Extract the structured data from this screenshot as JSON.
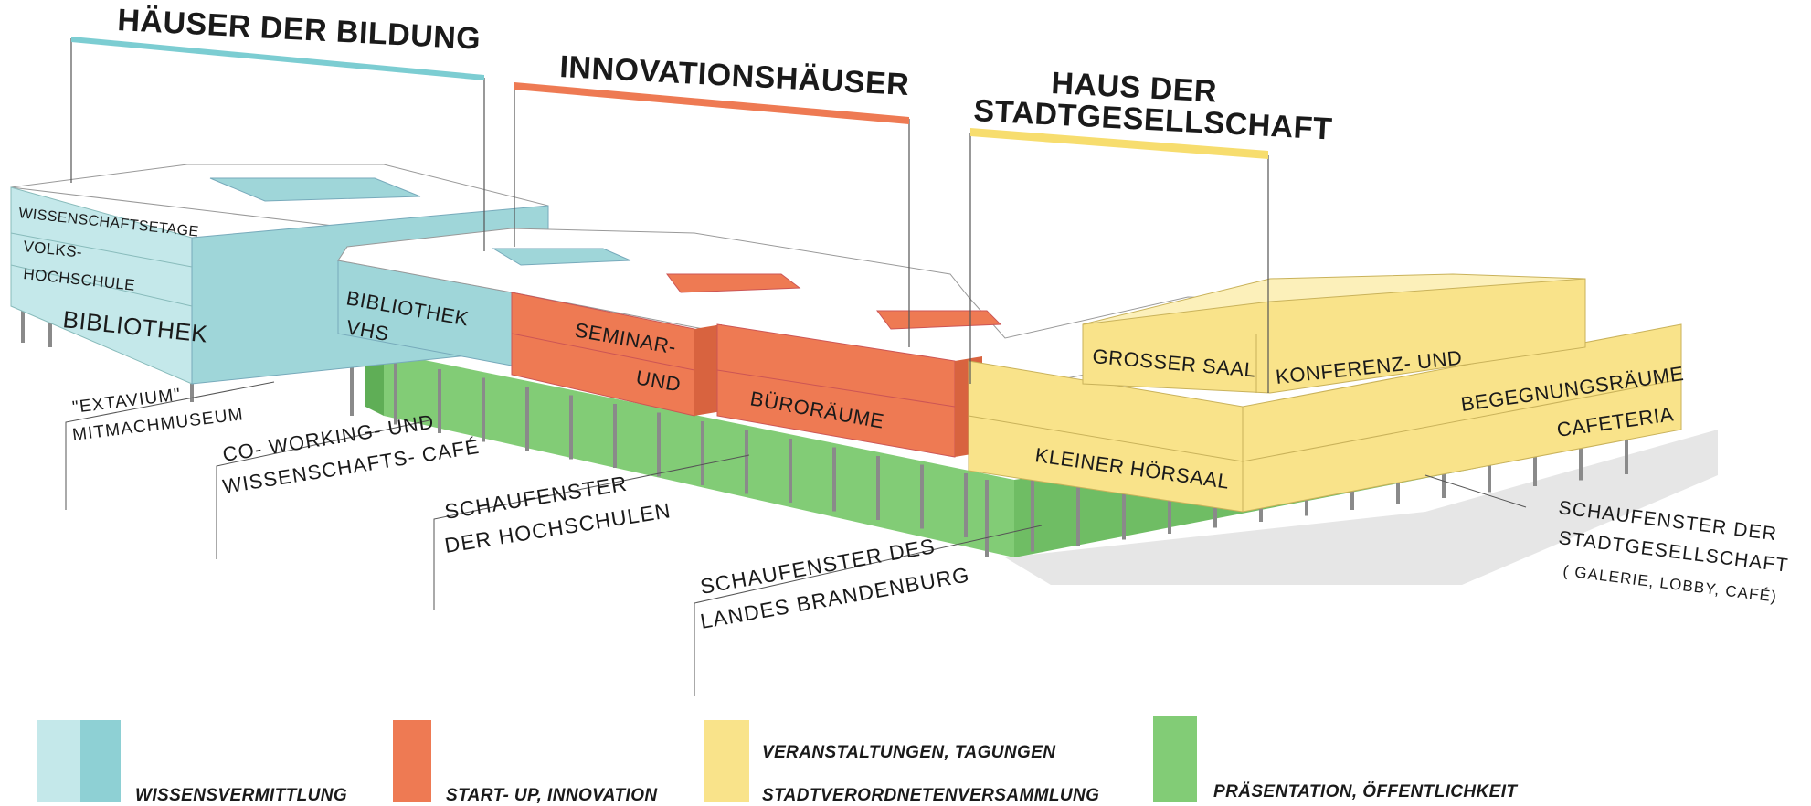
{
  "headings": {
    "bildung": "HÄUSER DER BILDUNG",
    "innovation": "INNOVATIONSHÄUSER",
    "stadt_line1": "HAUS DER",
    "stadt_line2": "STADTGESELLSCHAFT"
  },
  "building_labels": {
    "wissenschaftsetage": "WISSENSCHAFTSETAGE",
    "volks": "VOLKS-",
    "hochschule": "HOCHSCHULE",
    "bibliothek": "BIBLIOTHEK",
    "bibliothek2": "BIBLIOTHEK",
    "vhs": "VHS",
    "seminar": "SEMINAR-",
    "und": "UND",
    "bueroraeume": "BÜRORÄUME",
    "grosser_saal": "GROSSER SAAL",
    "konferenz": "KONFERENZ- UND",
    "begegnung": "BEGEGNUNGSRÄUME",
    "cafeteria": "CAFETERIA",
    "kleiner_hoersaal": "KLEINER HÖRSAAL"
  },
  "annotations": {
    "extavium_line1": "\"EXTAVIUM\"",
    "extavium_line2": "MITMACHMUSEUM",
    "coworking_line1": "CO- WORKING- UND",
    "coworking_line2": "WISSENSCHAFTS- CAFÉ",
    "hochschulen_line1": "SCHAUFENSTER",
    "hochschulen_line2": "DER HOCHSCHULEN",
    "brandenburg_line1": "SCHAUFENSTER DES",
    "brandenburg_line2": "LANDES BRANDENBURG",
    "stadt_line1": "SCHAUFENSTER DER",
    "stadt_line2": "STADTGESELLSCHAFT",
    "stadt_line3": "( GALERIE, LOBBY, CAFÉ)"
  },
  "legend": {
    "wissen": "WISSENSVERMITTLUNG",
    "startup": "START- UP, INNOVATION",
    "veranstaltungen": "VERANSTALTUNGEN, TAGUNGEN",
    "stadtverordneten": "STADTVERORDNETENVERSAMMLUNG",
    "praesentation": "PRÄSENTATION, ÖFFENTLICHKEIT"
  },
  "colors": {
    "teal": "#9fd6d9",
    "teal_light": "#c4e8ea",
    "orange": "#ee7a53",
    "orange_light": "#f4a585",
    "yellow": "#f9e38a",
    "yellow_light": "#fbef b3",
    "green": "#82cc76",
    "green_dark": "#5fae56"
  }
}
